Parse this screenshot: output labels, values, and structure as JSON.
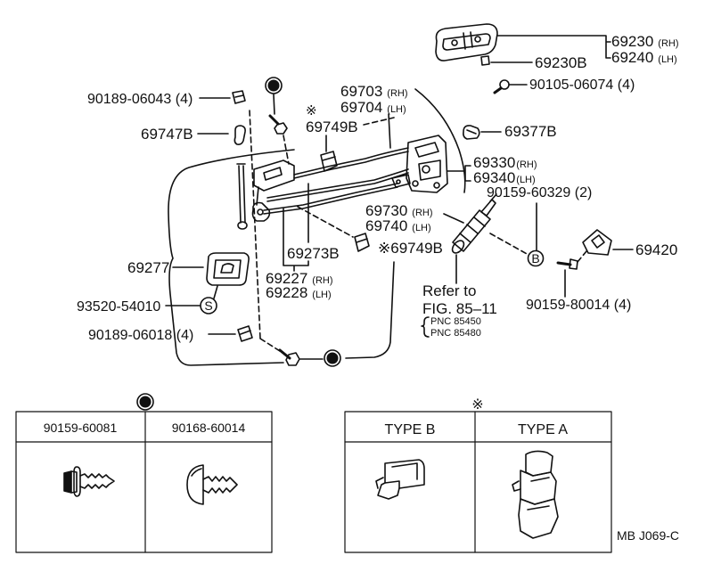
{
  "drawing_id": "MB J069-C",
  "symbols": {
    "rice_mark": "※",
    "s_mark": "S",
    "b_mark": "B"
  },
  "callouts": {
    "outside_handle": {
      "rh_number": "69230",
      "rh_side": "(RH)",
      "lh_number": "69240",
      "lh_side": "(LH)"
    },
    "outside_handle_pad": "69230B",
    "outside_handle_screw": "90105-06074 (4)",
    "upper_clip": "90189-06043 (4)",
    "lock_rod": {
      "rh_number": "69703",
      "rh_side": "(RH)",
      "lh_number": "69704",
      "lh_side": "(LH)"
    },
    "rod_clip_upper": "69749B",
    "rod_holder": "69747B",
    "lock_cover": "69377B",
    "door_lock": {
      "rh_number": "69330",
      "rh_side": "(RH)",
      "lh_number": "69340",
      "lh_side": "(LH)"
    },
    "door_lock_screw": "90159-60329 (2)",
    "lock_cylinder": {
      "rh_number": "69730",
      "rh_side": "(RH)",
      "lh_number": "69740",
      "lh_side": "(LH)"
    },
    "bracket": "69273B",
    "rod_clip_lower": "※69749B",
    "striker": "69420",
    "inside_handle": "69277",
    "inside_handle_rod": {
      "rh_number": "69227",
      "rh_side": "(RH)",
      "lh_number": "69228",
      "lh_side": "(LH)"
    },
    "striker_screw": "90159-80014 (4)",
    "inside_handle_screw": "93520-54010",
    "lower_clip": "90189-06018 (4)",
    "reference": {
      "line1": "Refer to",
      "line2": "FIG. 85–11",
      "pnc": [
        "PNC 85450",
        "PNC 85480"
      ]
    }
  },
  "legend_tables": {
    "screw_table": {
      "headers": [
        "90159-60081",
        "90168-60014"
      ]
    },
    "clip_table": {
      "symbol": "※",
      "headers": [
        "TYPE B",
        "TYPE A"
      ]
    }
  }
}
